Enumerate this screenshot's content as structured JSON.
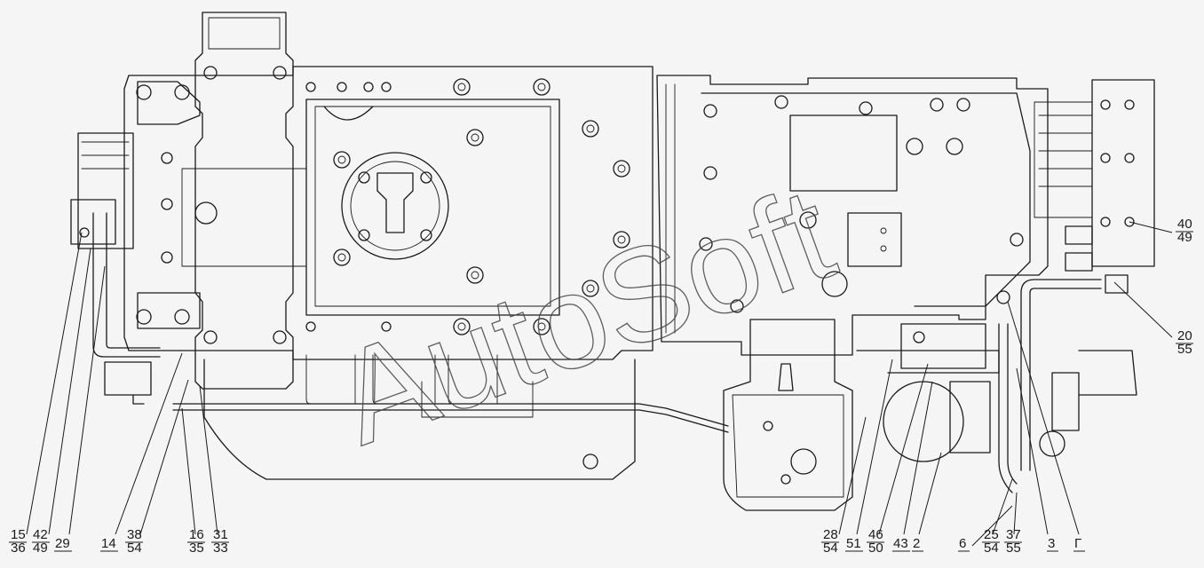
{
  "watermark": "AutoSoft",
  "callouts": [
    {
      "id": "c-15-36",
      "top": "15",
      "bottom": "36"
    },
    {
      "id": "c-42-49",
      "top": "42",
      "bottom": "49"
    },
    {
      "id": "c-29",
      "top": "29",
      "bottom": ""
    },
    {
      "id": "c-14",
      "top": "14",
      "bottom": ""
    },
    {
      "id": "c-38-54",
      "top": "38",
      "bottom": "54"
    },
    {
      "id": "c-16-35",
      "top": "16",
      "bottom": "35"
    },
    {
      "id": "c-31-33",
      "top": "31",
      "bottom": "33"
    },
    {
      "id": "c-28-54",
      "top": "28",
      "bottom": "54"
    },
    {
      "id": "c-51",
      "top": "51",
      "bottom": ""
    },
    {
      "id": "c-46-50",
      "top": "46",
      "bottom": "50"
    },
    {
      "id": "c-43",
      "top": "43",
      "bottom": ""
    },
    {
      "id": "c-2",
      "top": "2",
      "bottom": ""
    },
    {
      "id": "c-6",
      "top": "6",
      "bottom": ""
    },
    {
      "id": "c-25-54",
      "top": "25",
      "bottom": "54"
    },
    {
      "id": "c-37-55",
      "top": "37",
      "bottom": "55"
    },
    {
      "id": "c-3",
      "top": "3",
      "bottom": ""
    },
    {
      "id": "c-G",
      "top": "Г",
      "bottom": ""
    },
    {
      "id": "c-40-49",
      "top": "40",
      "bottom": "49"
    },
    {
      "id": "c-20-55",
      "top": "20",
      "bottom": "55"
    }
  ]
}
